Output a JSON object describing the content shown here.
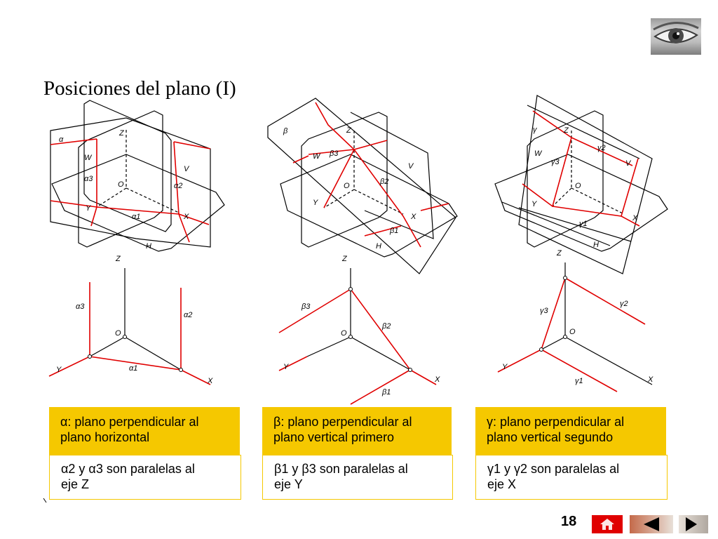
{
  "title": "Posiciones del plano (I)",
  "page_number": "18",
  "colors": {
    "construction": "#e00000",
    "outline": "#000000",
    "box_fill": "#f5c800"
  },
  "diagram_labels": {
    "alpha": {
      "plane": "α",
      "z": "Z",
      "w": "W",
      "v": "V",
      "o": "O",
      "y": "Y",
      "x": "X",
      "h": "H",
      "a1": "α1",
      "a2": "α2",
      "a3": "α3"
    },
    "beta": {
      "plane": "β",
      "z": "Z",
      "w": "W",
      "v": "V",
      "o": "O",
      "y": "Y",
      "x": "X",
      "h": "H",
      "b1": "β1",
      "b2": "β2",
      "b3": "β3"
    },
    "gamma": {
      "plane": "γ",
      "z": "Z",
      "w": "W",
      "v": "V",
      "o": "O",
      "y": "Y",
      "x": "X",
      "h": "H",
      "g1": "γ1",
      "g2": "γ2",
      "g3": "γ3"
    }
  },
  "axes_labels": {
    "alpha": {
      "z": "Z",
      "o": "O",
      "y": "Y",
      "x": "X",
      "a1": "α1",
      "a2": "α2",
      "a3": "α3"
    },
    "beta": {
      "z": "Z",
      "o": "O",
      "y": "Y",
      "x": "X",
      "b1": "β1",
      "b2": "β2",
      "b3": "β3"
    },
    "gamma": {
      "z": "Z",
      "o": "O",
      "y": "Y",
      "x": "X",
      "g1": "γ1",
      "g2": "γ2",
      "g3": "γ3"
    }
  },
  "boxes": {
    "alpha": {
      "head": [
        "α: plano perpendicular al",
        "plano horizontal"
      ],
      "body": [
        "α2 y α3 son paralelas al",
        "eje Z"
      ]
    },
    "beta": {
      "head": [
        "β: plano perpendicular al",
        "plano vertical primero"
      ],
      "body": [
        "β1 y β3 son paralelas al",
        "eje Y"
      ]
    },
    "gamma": {
      "head": [
        "γ: plano perpendicular al",
        "plano vertical segundo"
      ],
      "body": [
        "γ1 y γ2 son paralelas al",
        "eje X"
      ]
    }
  },
  "nav": {
    "home_icon": "home-icon",
    "prev_icon": "triangle-left-icon",
    "next_icon": "triangle-right-icon"
  }
}
